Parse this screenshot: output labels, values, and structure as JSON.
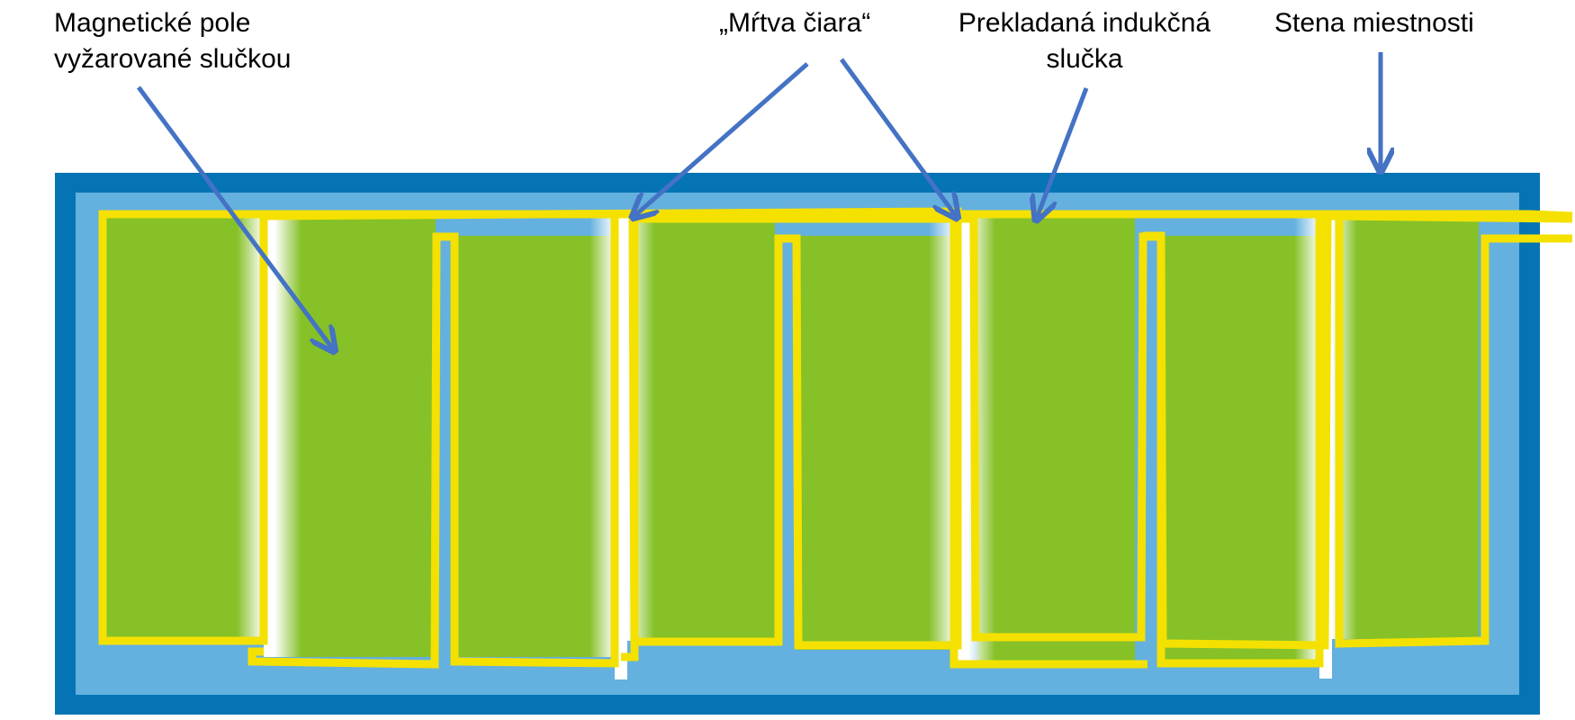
{
  "labels": {
    "magnetic_field": [
      "Magnetické pole",
      "vyžarované slučkou"
    ],
    "dead_line": "„Mŕtva čiara“",
    "overlapped_loop": [
      "Prekladaná indukčná",
      "slučka"
    ],
    "room_wall": "Stena miestnosti"
  },
  "colors": {
    "wall": "#0574b5",
    "floor_gap": "#64b0df",
    "field": "#86c127",
    "loop_wire": "#f4e100",
    "arrow": "#4472c4",
    "dead_zone": "#ffffff"
  }
}
